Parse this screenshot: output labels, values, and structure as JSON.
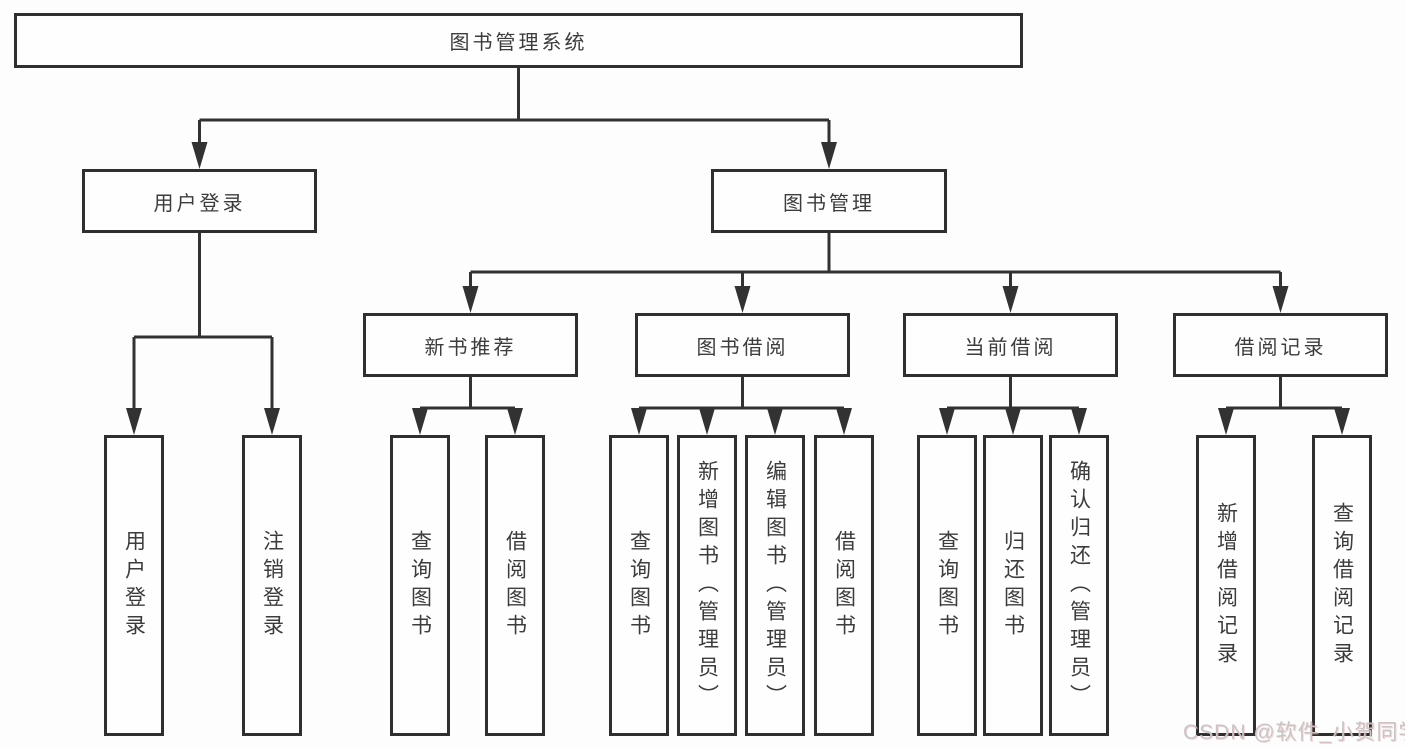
{
  "page": {
    "background_color": "#fdfdfd",
    "line_color": "#323232",
    "box_border_color": "#2f2f2f",
    "text_color": "#3c3c3c"
  },
  "watermark": {
    "text": "CSDN @软件_小贺同学",
    "color": "#c9c5c5"
  },
  "diagram": {
    "type": "tree",
    "root": {
      "label": "图书管理系统",
      "children": [
        {
          "label": "用户登录",
          "children": [
            {
              "label": "用户登录"
            },
            {
              "label": "注销登录"
            }
          ]
        },
        {
          "label": "图书管理",
          "children": [
            {
              "label": "新书推荐",
              "children": [
                {
                  "label": "查询图书"
                },
                {
                  "label": "借阅图书"
                }
              ]
            },
            {
              "label": "图书借阅",
              "children": [
                {
                  "label": "查询图书"
                },
                {
                  "label": "新增图书（管理员）"
                },
                {
                  "label": "编辑图书（管理员）"
                },
                {
                  "label": "借阅图书"
                }
              ]
            },
            {
              "label": "当前借阅",
              "children": [
                {
                  "label": "查询图书"
                },
                {
                  "label": "归还图书"
                },
                {
                  "label": "确认归还（管理员）"
                }
              ]
            },
            {
              "label": "借阅记录",
              "children": [
                {
                  "label": "新增借阅记录"
                },
                {
                  "label": "查询借阅记录"
                }
              ]
            }
          ]
        }
      ]
    }
  }
}
